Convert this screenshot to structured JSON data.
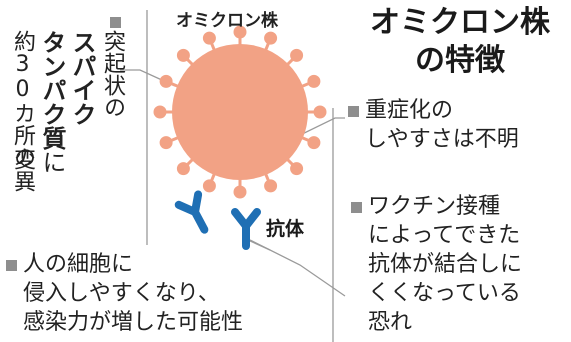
{
  "virus_label": "オミクロン株",
  "title": {
    "line1": "オミクロン株",
    "line2": "の特徴"
  },
  "spike_note": {
    "bold_col1": "スパイク",
    "bold_col2": "タンパク質",
    "normal_after_bold": "に",
    "normal_col1": "突起状の",
    "normal_col2": "約30カ所の",
    "normal_col3": "変異"
  },
  "antibody_label": "抗体",
  "severity_note": [
    "重症化の",
    "しやすさは不明"
  ],
  "vaccine_note": [
    "ワクチン接種",
    "によってできた",
    "抗体が結合しに",
    "くくなっている",
    "恐れ"
  ],
  "infection_note": [
    "人の細胞に",
    "侵入しやすくなり、",
    "感染力が増した可能性"
  ],
  "colors": {
    "virus_body": "#f2a285",
    "antibody": "#1f6fb4",
    "bullet": "#8e8e8e",
    "leader_line": "#9a9a9a"
  }
}
